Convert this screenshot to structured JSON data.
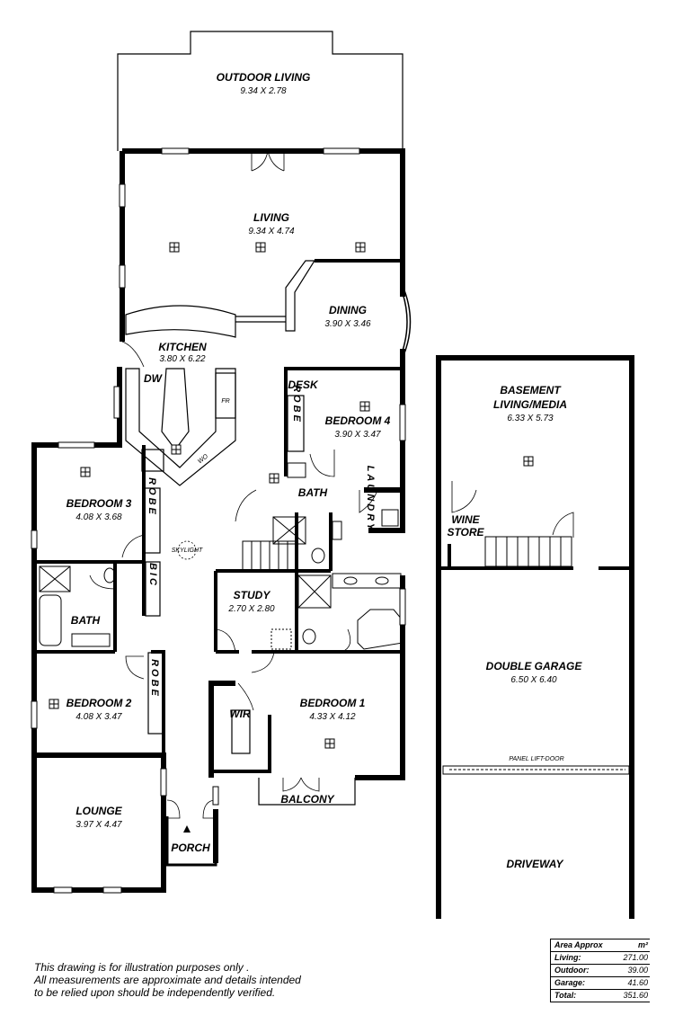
{
  "rooms": {
    "outdoor_living": {
      "name": "OUTDOOR LIVING",
      "dims": "9.34 X 2.78"
    },
    "living": {
      "name": "LIVING",
      "dims": "9.34 X 4.74"
    },
    "dining": {
      "name": "DINING",
      "dims": "3.90 X 3.46"
    },
    "kitchen": {
      "name": "KITCHEN",
      "dims": "3.80 X 6.22"
    },
    "bedroom4": {
      "name": "BEDROOM 4",
      "dims": "3.90 X 3.47"
    },
    "bedroom3": {
      "name": "BEDROOM 3",
      "dims": "4.08 X 3.68"
    },
    "bedroom2": {
      "name": "BEDROOM 2",
      "dims": "4.08 X 3.47"
    },
    "bedroom1": {
      "name": "BEDROOM 1",
      "dims": "4.33 X 4.12"
    },
    "study": {
      "name": "STUDY",
      "dims": "2.70 X 2.80"
    },
    "lounge": {
      "name": "LOUNGE",
      "dims": "3.97 X 4.47"
    },
    "basement": {
      "name_line1": "BASEMENT",
      "name_line2": "LIVING/MEDIA",
      "dims": "6.33 X 5.73"
    },
    "double_garage": {
      "name": "DOUBLE GARAGE",
      "dims": "6.50 X 6.40"
    }
  },
  "labels": {
    "dw": "DW",
    "fr": "FR",
    "wo": "WO",
    "desk": "DESK",
    "robe": "ROBE",
    "bic": "BIC",
    "bath": "BATH",
    "laundry": "LAUNDRY",
    "wir": "WIR",
    "balcony": "BALCONY",
    "porch": "PORCH",
    "wine_store_line1": "WINE",
    "wine_store_line2": "STORE",
    "driveway": "DRIVEWAY",
    "skylight": "SKYLIGHT",
    "panel_lift_door": "PANEL LIFT-DOOR"
  },
  "disclaimer": {
    "line1": "This drawing is for illustration purposes only .",
    "line2": "All measurements are approximate and details intended",
    "line3": "to be relied upon should be independently verified."
  },
  "area_table": {
    "title": "Area Approx",
    "unit": "m²",
    "rows": [
      {
        "label": "Living:",
        "value": "271.00"
      },
      {
        "label": "Outdoor:",
        "value": "39.00"
      },
      {
        "label": "Garage:",
        "value": "41.60"
      },
      {
        "label": "Total:",
        "value": "351.60"
      }
    ]
  }
}
